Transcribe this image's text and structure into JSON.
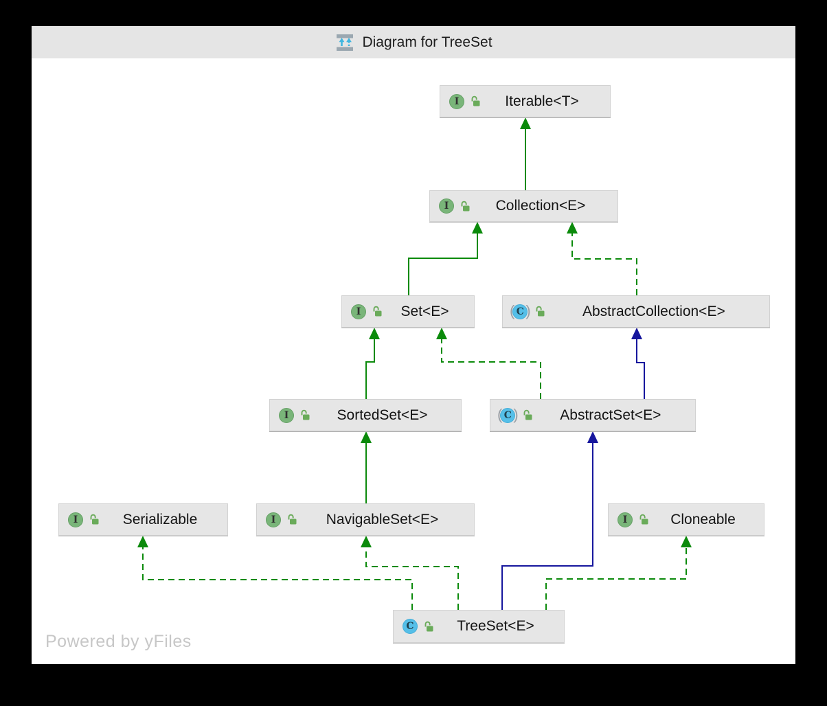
{
  "window": {
    "title": "Diagram for TreeSet",
    "watermark": "Powered by yFiles"
  },
  "icons": {
    "interface_letter": "I",
    "class_letter": "C",
    "paren_open": "(",
    "paren_close": ")",
    "diagram_icon_bar_color": "#9aa7b0",
    "diagram_icon_arrow_color": "#40b6e0",
    "interface_badge_color": "#79b579",
    "class_badge_color": "#55bfe8",
    "lock_color": "#6aab5a"
  },
  "colors": {
    "interface_edge": "#0b8a0b",
    "class_edge": "#16169d",
    "node_background": "#e6e6e6",
    "canvas_background": "#ffffff",
    "titlebar_background": "#e5e5e5"
  },
  "nodes": [
    {
      "id": "iterable",
      "label": "Iterable<T>",
      "kind": "interface",
      "visibility": "public"
    },
    {
      "id": "collection",
      "label": "Collection<E>",
      "kind": "interface",
      "visibility": "public"
    },
    {
      "id": "set",
      "label": "Set<E>",
      "kind": "interface",
      "visibility": "public"
    },
    {
      "id": "abstract-collection",
      "label": "AbstractCollection<E>",
      "kind": "abstract-class",
      "visibility": "public"
    },
    {
      "id": "sorted-set",
      "label": "SortedSet<E>",
      "kind": "interface",
      "visibility": "public"
    },
    {
      "id": "abstract-set",
      "label": "AbstractSet<E>",
      "kind": "abstract-class",
      "visibility": "public"
    },
    {
      "id": "serializable",
      "label": "Serializable",
      "kind": "interface",
      "visibility": "public"
    },
    {
      "id": "navigable-set",
      "label": "NavigableSet<E>",
      "kind": "interface",
      "visibility": "public"
    },
    {
      "id": "cloneable",
      "label": "Cloneable",
      "kind": "interface",
      "visibility": "public"
    },
    {
      "id": "treeset",
      "label": "TreeSet<E>",
      "kind": "class",
      "visibility": "public"
    }
  ],
  "edges": [
    {
      "from": "Collection<E>",
      "to": "Iterable<T>",
      "relation": "extends",
      "style": "solid",
      "color": "green"
    },
    {
      "from": "Set<E>",
      "to": "Collection<E>",
      "relation": "extends",
      "style": "solid",
      "color": "green"
    },
    {
      "from": "AbstractCollection<E>",
      "to": "Collection<E>",
      "relation": "implements",
      "style": "dashed",
      "color": "green"
    },
    {
      "from": "SortedSet<E>",
      "to": "Set<E>",
      "relation": "extends",
      "style": "solid",
      "color": "green"
    },
    {
      "from": "AbstractSet<E>",
      "to": "Set<E>",
      "relation": "implements",
      "style": "dashed",
      "color": "green"
    },
    {
      "from": "AbstractSet<E>",
      "to": "AbstractCollection<E>",
      "relation": "extends",
      "style": "solid",
      "color": "navy"
    },
    {
      "from": "NavigableSet<E>",
      "to": "SortedSet<E>",
      "relation": "extends",
      "style": "solid",
      "color": "green"
    },
    {
      "from": "TreeSet<E>",
      "to": "Serializable",
      "relation": "implements",
      "style": "dashed",
      "color": "green"
    },
    {
      "from": "TreeSet<E>",
      "to": "NavigableSet<E>",
      "relation": "implements",
      "style": "dashed",
      "color": "green"
    },
    {
      "from": "TreeSet<E>",
      "to": "AbstractSet<E>",
      "relation": "extends",
      "style": "solid",
      "color": "navy"
    },
    {
      "from": "TreeSet<E>",
      "to": "Cloneable",
      "relation": "implements",
      "style": "dashed",
      "color": "green"
    }
  ]
}
